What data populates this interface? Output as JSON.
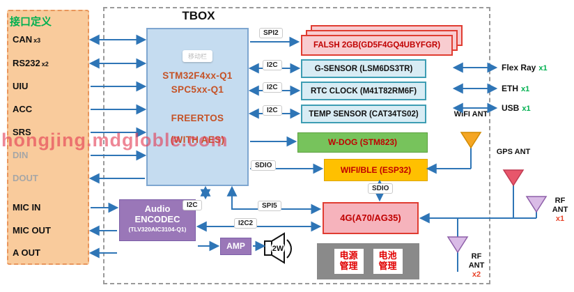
{
  "watermark": "hongjing.mdgloble.com",
  "left_panel": {
    "title": "接口定义",
    "items": [
      {
        "label": "CAN",
        "sub": "x3"
      },
      {
        "label": "RS232",
        "sub": "x2"
      },
      {
        "label": "UIU",
        "sub": ""
      },
      {
        "label": "ACC",
        "sub": ""
      },
      {
        "label": "SRS",
        "sub": ""
      },
      {
        "label": "DIN",
        "sub": ""
      },
      {
        "label": "DOUT",
        "sub": ""
      },
      {
        "label": "MIC IN",
        "sub": ""
      },
      {
        "label": "MIC OUT",
        "sub": ""
      },
      {
        "label": "A OUT",
        "sub": ""
      }
    ]
  },
  "tbox": {
    "title": "TBOX",
    "mcu": {
      "tag": "移动栏",
      "line1": "STM32F4xx-Q1",
      "line2": "SPC5xx-Q1",
      "line3": "FREERTOS",
      "line4": "(WITH AES)"
    },
    "flash": "FALSH 2GB(GD5F4GQ4UBYFGR)",
    "gsensor": "G-SENSOR (LSM6DS3TR)",
    "rtc": "RTC CLOCK (M41T82RM6F)",
    "temp": "TEMP SENSOR (CAT34TS02)",
    "wdog": "W-DOG (STM823)",
    "wifi_ble": "WIFI/BLE (ESP32)",
    "modem": "4G(A70/AG35)",
    "audio": {
      "line1": "Audio",
      "line2": "ENCODEC",
      "line3": "(TLV320AIC3104-Q1)"
    },
    "amp": "AMP",
    "speaker_power": "2W",
    "power_cells": [
      "电源管理",
      "电池管理"
    ],
    "buses": {
      "flash": "SPI2",
      "gsensor": "I2C",
      "rtc": "I2C",
      "temp": "I2C",
      "wifi": "SDIO",
      "audio": "I2C",
      "modem_spi": "SPI5",
      "modem_i2c": "I2C2",
      "modem_sdio": "SDIO"
    }
  },
  "right": {
    "ports": [
      {
        "label": "Flex Ray",
        "sub": "x1"
      },
      {
        "label": "ETH",
        "sub": "x1"
      },
      {
        "label": "USB",
        "sub": "x1"
      }
    ],
    "antennas": {
      "wifi": {
        "label": "WIFI ANT"
      },
      "gps": {
        "label": "GPS ANT"
      },
      "rf1": {
        "label": "RF ANT",
        "sub": "x1"
      },
      "rf2": {
        "label": "RF ANT",
        "sub": "x2"
      }
    }
  },
  "colors": {
    "arrow_blue": "#2E75B6",
    "panel_orange": "#F9CB9C",
    "accent_green": "#00B050",
    "mcu_blue": "#C5DCF0",
    "flash_pink": "#F8CCD0",
    "sensor_blue": "#D8ECF4",
    "wdog_green": "#77C35C",
    "wifi_amber": "#FFC000",
    "modem_pink": "#F6B3BC",
    "audio_purple": "#9A77B8",
    "power_gray": "#8A8A8A",
    "dark_red_text": "#C00000",
    "watermark_red": "#E3374F"
  }
}
